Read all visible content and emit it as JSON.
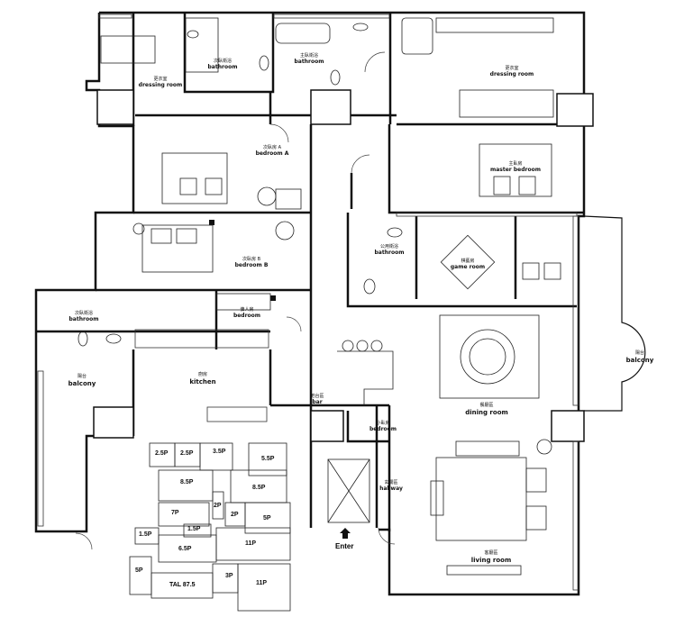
{
  "rooms": {
    "dressing_left": {
      "cn": "更衣室",
      "en": "dressing room"
    },
    "bath_left": {
      "cn": "次臥衛浴",
      "en": "bathroom"
    },
    "bath_mid": {
      "cn": "主臥衛浴",
      "en": "bathroom"
    },
    "dressing_right": {
      "cn": "更衣室",
      "en": "dressing room"
    },
    "bedroom_a": {
      "cn": "次臥房 A",
      "en": "bedroom A"
    },
    "master": {
      "cn": "主臥房",
      "en": "master bedroom"
    },
    "bedroom_b": {
      "cn": "次臥房 B",
      "en": "bedroom B"
    },
    "bath_public": {
      "cn": "公用衛浴",
      "en": "bathroom"
    },
    "game_room": {
      "cn": "棋藝房",
      "en": "game room"
    },
    "bath_west": {
      "cn": "次臥衛浴",
      "en": "bathroom"
    },
    "maid_bedroom": {
      "cn": "傭人房",
      "en": "bedroom"
    },
    "balcony_left": {
      "cn": "陽台",
      "en": "balcony"
    },
    "kitchen": {
      "cn": "廚房",
      "en": "kitchen"
    },
    "bar": {
      "cn": "吧台區",
      "en": "bar"
    },
    "small_bedroom": {
      "cn": "小臥房",
      "en": "bedroom"
    },
    "dining": {
      "cn": "餐廳區",
      "en": "dining room"
    },
    "balcony_right": {
      "cn": "陽台",
      "en": "balcony"
    },
    "hallway": {
      "cn": "玄關區",
      "en": "hallway"
    },
    "living": {
      "cn": "客廳區",
      "en": "living room"
    }
  },
  "entrance_label": "Enter",
  "area_labels": [
    "2.5P",
    "2.5P",
    "3.5P",
    "5.5P",
    "8.5P",
    "8.5P",
    "7P",
    "2P",
    "2P",
    "5P",
    "1.5P",
    "1.5P",
    "6.5P",
    "11P",
    "5P",
    "3P",
    "11P"
  ],
  "total_label": "TAL 87.5"
}
